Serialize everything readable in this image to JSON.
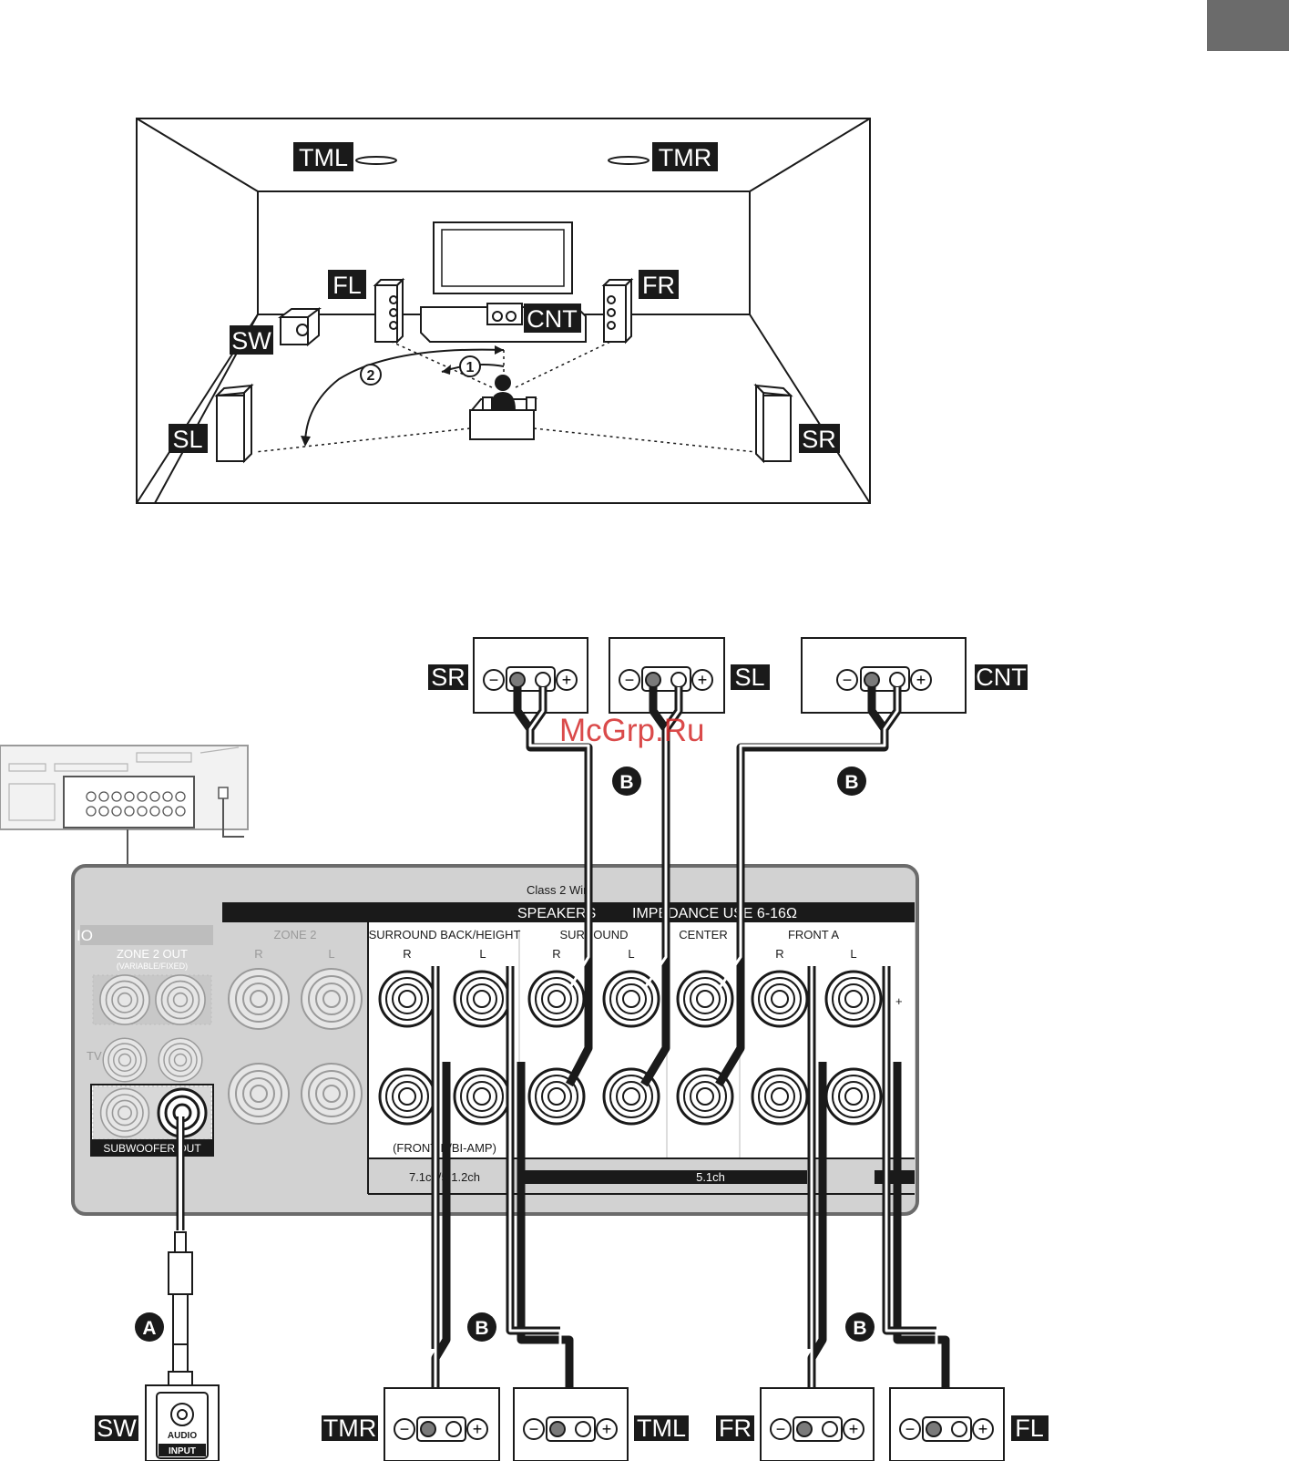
{
  "room_diagram": {
    "labels": {
      "tml": "TML",
      "tmr": "TMR",
      "fl": "FL",
      "fr": "FR",
      "sw": "SW",
      "cnt": "CNT",
      "sl": "SL",
      "sr": "SR"
    },
    "angle_markers": [
      "1",
      "2"
    ]
  },
  "connection_diagram": {
    "speaker_labels": {
      "sr": "SR",
      "sl": "SL",
      "cnt": "CNT",
      "tmr": "TMR",
      "tml": "TML",
      "fr": "FR",
      "fl": "FL",
      "sw": "SW"
    },
    "cable_markers": {
      "a": "A",
      "b": "B"
    },
    "terminal_symbols": {
      "minus": "−",
      "plus": "+"
    },
    "watermark": "McGrp.Ru",
    "sw_input_label": [
      "AUDIO",
      "INPUT"
    ],
    "receiver_panel": {
      "class2": "Class 2 Wiri",
      "speakers_header": "SPEAKERS",
      "impedance_text": "IMPEDANCE USE 6-16Ω",
      "io_label": "IO",
      "zone2": "ZONE 2",
      "zone2_out": "ZONE 2 OUT",
      "zone2_out_sub": "(VARIABLE/FIXED)",
      "tv": "TV",
      "subwoofer_out": "SUBWOOFER OUT",
      "surround_back_height": "SURROUND BACK/HEIGHT",
      "surround": "SURROUND",
      "center": "CENTER",
      "front_a": "FRONT A",
      "r": "R",
      "l": "L",
      "plus": "+",
      "minus": "-",
      "front_bi_amp": "(FRONT B/BI-AMP)",
      "ch_71": "7.1ch/5.1.2ch",
      "ch_51": "5.1ch"
    }
  }
}
